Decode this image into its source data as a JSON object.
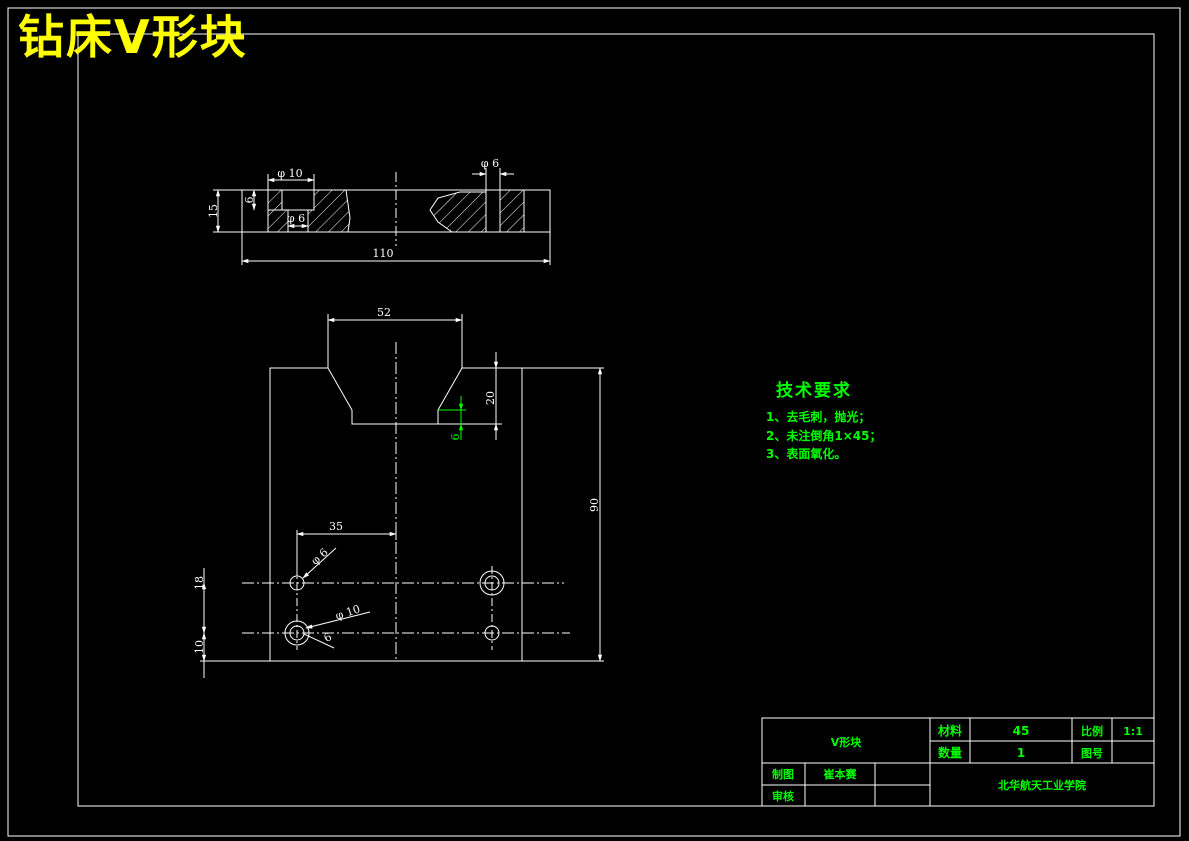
{
  "title": "钻床V形块",
  "colors": {
    "background": "#000000",
    "lines": "#ffffff",
    "title": "#ffff00",
    "annotation": "#00ff00"
  },
  "top_view_dims": {
    "width": "110",
    "height": "15",
    "counterbore_dia": "φ 10",
    "counterbore_depth": "6",
    "hole_dia_left": "φ 6",
    "hole_dia_right": "φ 6"
  },
  "front_view_dims": {
    "v_top_width": "52",
    "v_depth": "20",
    "v_bottom_offset": "6",
    "height": "90",
    "hole_offset_x": "35",
    "hole_dia_small": "φ 6",
    "hole_dia_large": "φ 10",
    "hole_small_inner": "6",
    "hole_row1_y": "18",
    "hole_row2_y": "10"
  },
  "tech_requirements": {
    "heading": "技术要求",
    "items": [
      "1、去毛刺，抛光；",
      "2、未注倒角1×45；",
      "3、表面氧化。"
    ]
  },
  "title_block": {
    "part_name": "V形块",
    "material_label": "材料",
    "material_value": "45",
    "scale_label": "比例",
    "scale_value": "1:1",
    "quantity_label": "数量",
    "quantity_value": "1",
    "drawing_no_label": "图号",
    "drawn_label": "制图",
    "drawn_value": "崔本赛",
    "checked_label": "审核",
    "institution": "北华航天工业学院"
  }
}
